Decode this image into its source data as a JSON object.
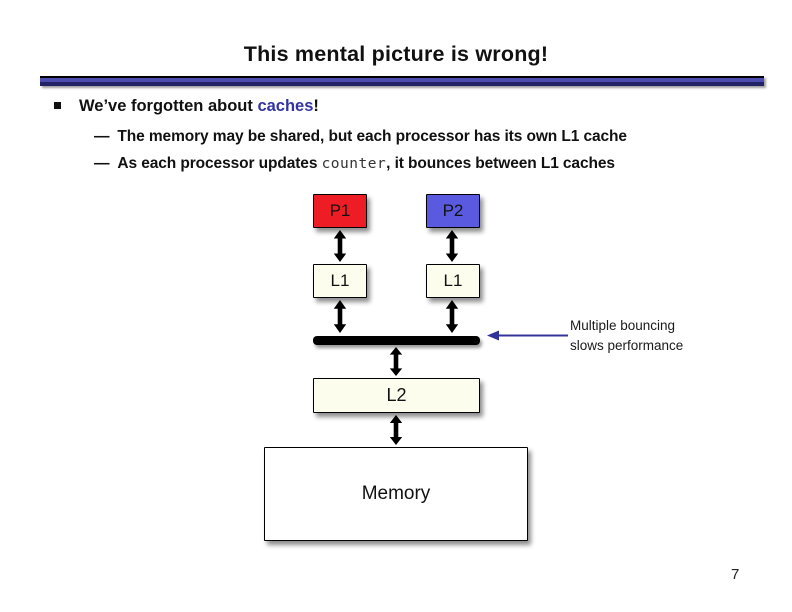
{
  "slide": {
    "title": "This mental picture is wrong!",
    "page_number": "7"
  },
  "bullets": {
    "dash": "—",
    "level1_pre": "We’ve forgotten about ",
    "level1_highlight": "caches",
    "level1_post": "!",
    "sub1": "The memory may be shared, but each processor has its own L1 cache",
    "sub2_pre": "As each processor updates ",
    "sub2_code": "counter",
    "sub2_post": ", it bounces between L1 caches"
  },
  "diagram": {
    "p1_label": "P1",
    "p2_label": "P2",
    "l1_left_label": "L1",
    "l1_right_label": "L1",
    "l2_label": "L2",
    "memory_label": "Memory",
    "annotation_line1": "Multiple bouncing",
    "annotation_line2": "slows performance"
  },
  "colors": {
    "p1_fill": "#ee1c25",
    "p2_fill": "#5a5ae0",
    "cache_fill": "#fdfdee",
    "memory_fill": "#ffffff",
    "annotation_accent": "#333399",
    "highlight_text": "#3333a2",
    "bar_dark": "#222266",
    "bar_light": "#4c4cae"
  }
}
